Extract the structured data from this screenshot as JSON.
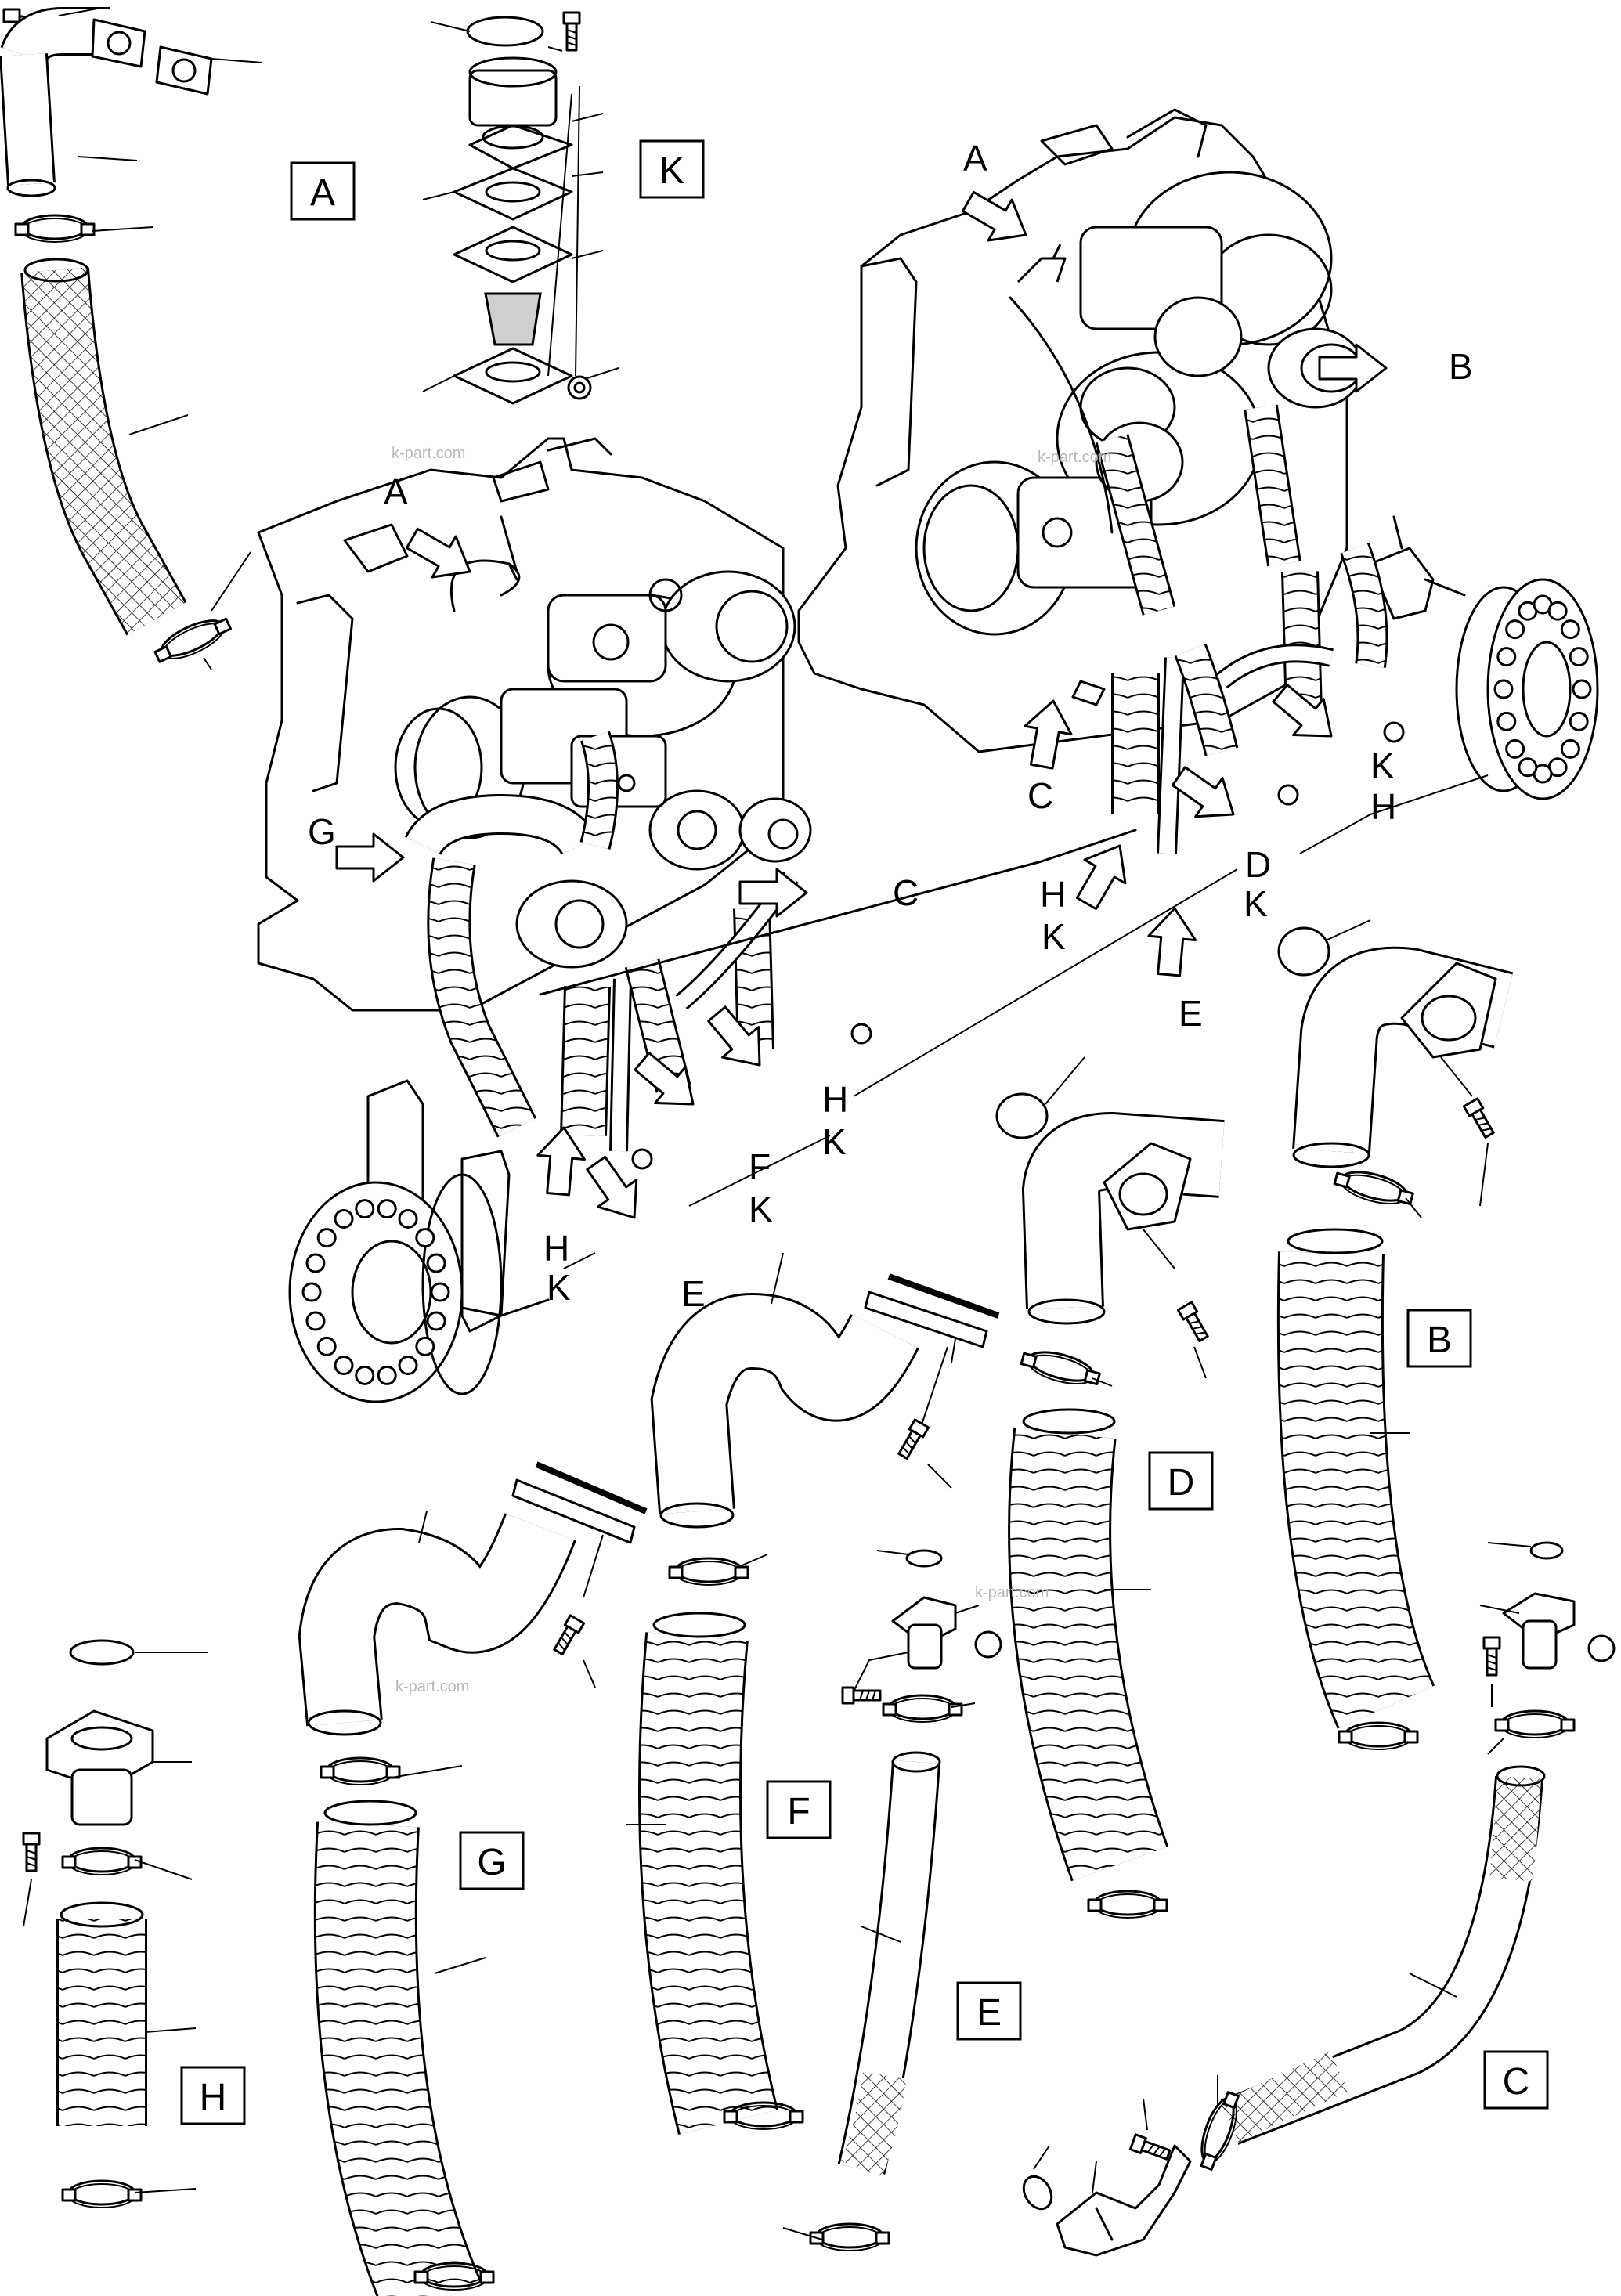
{
  "callout_boxes": [
    {
      "id": "A",
      "label": "A"
    },
    {
      "id": "K",
      "label": "K"
    },
    {
      "id": "B",
      "label": "B"
    },
    {
      "id": "D",
      "label": "D"
    },
    {
      "id": "F",
      "label": "F"
    },
    {
      "id": "G",
      "label": "G"
    },
    {
      "id": "E",
      "label": "E"
    },
    {
      "id": "H",
      "label": "H"
    },
    {
      "id": "C",
      "label": "C"
    }
  ],
  "arrow_labels": {
    "right_A": "A",
    "right_B": "B",
    "right_C": "C",
    "right_HK_h": "H",
    "right_HK_k": "K",
    "right_D": "D",
    "right_K": "K",
    "right_H": "H",
    "right_E": "E",
    "right_DK_k": "K",
    "left_A": "A",
    "left_G": "G",
    "left_C": "C",
    "left_HK_h": "H",
    "left_HK_k": "K",
    "left_F": "F",
    "left_FK_k": "K",
    "left_HK2_h": "H",
    "left_HK2_k": "K",
    "left_E": "E"
  },
  "watermarks": {
    "w1": "k-part.com",
    "w2": "k-part.com",
    "w3": "k-part.com",
    "w4": "k-part.com"
  }
}
